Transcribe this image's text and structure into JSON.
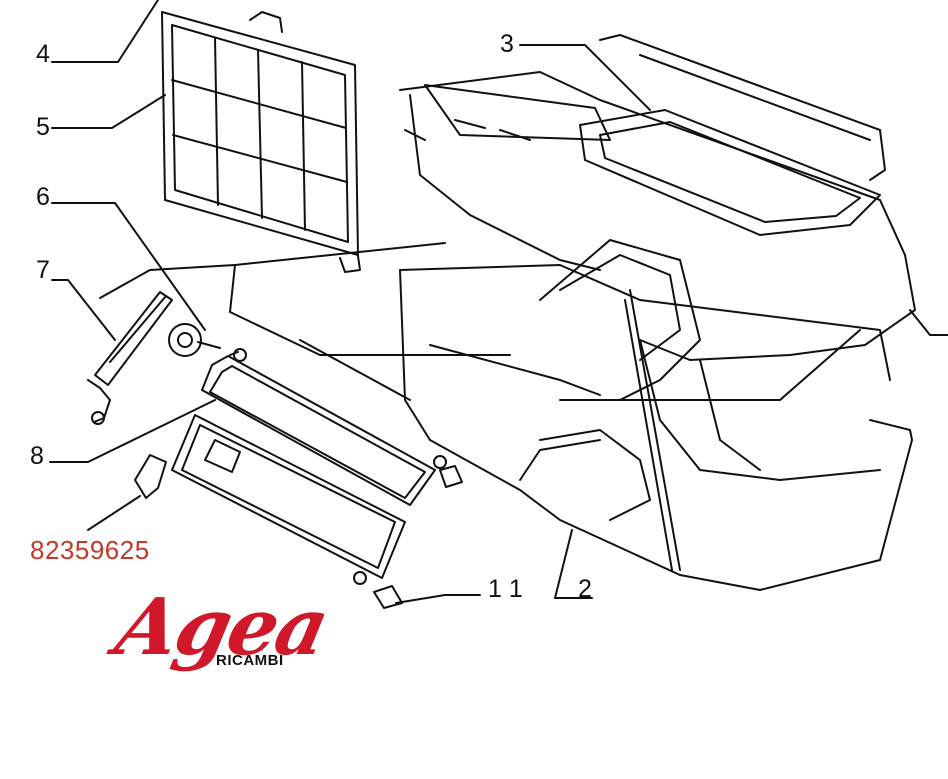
{
  "callouts": {
    "c2": "2",
    "c3": "3",
    "c4": "4",
    "c5": "5",
    "c6": "6",
    "c7": "7",
    "c8": "8",
    "c11": "1 1"
  },
  "part_number": "82359625",
  "logo": {
    "word": "Agea",
    "sub": "RICAMBI"
  },
  "colors": {
    "part_number": "#c0392b",
    "logo": "#d0182a",
    "line": "#111111"
  }
}
